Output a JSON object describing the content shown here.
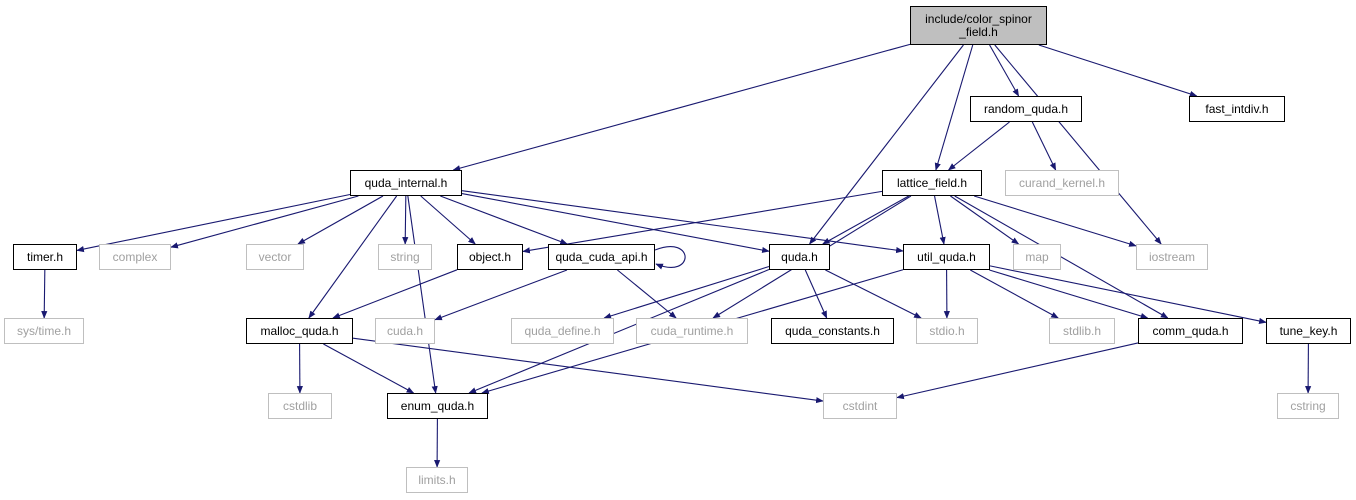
{
  "colors": {
    "edge": "#191970",
    "local_border": "#000000",
    "system_border": "#bfbfbf",
    "system_text": "#a0a0a0",
    "root_fill": "#bfbfbf"
  },
  "nodes": {
    "root": {
      "label": "include/color_spinor\n_field.h",
      "kind": "root"
    },
    "random_quda": {
      "label": "random_quda.h",
      "kind": "local"
    },
    "fast_intdiv": {
      "label": "fast_intdiv.h",
      "kind": "local"
    },
    "quda_internal": {
      "label": "quda_internal.h",
      "kind": "local"
    },
    "lattice_field": {
      "label": "lattice_field.h",
      "kind": "local"
    },
    "curand_kernel": {
      "label": "curand_kernel.h",
      "kind": "system"
    },
    "timer": {
      "label": "timer.h",
      "kind": "local"
    },
    "complex": {
      "label": "complex",
      "kind": "system"
    },
    "vector": {
      "label": "vector",
      "kind": "system"
    },
    "string": {
      "label": "string",
      "kind": "system"
    },
    "object": {
      "label": "object.h",
      "kind": "local"
    },
    "quda_cuda_api": {
      "label": "quda_cuda_api.h",
      "kind": "local"
    },
    "quda": {
      "label": "quda.h",
      "kind": "local"
    },
    "util_quda": {
      "label": "util_quda.h",
      "kind": "local"
    },
    "map": {
      "label": "map",
      "kind": "system"
    },
    "iostream": {
      "label": "iostream",
      "kind": "system"
    },
    "sys_time": {
      "label": "sys/time.h",
      "kind": "system"
    },
    "malloc_quda": {
      "label": "malloc_quda.h",
      "kind": "local"
    },
    "cuda": {
      "label": "cuda.h",
      "kind": "system"
    },
    "quda_define": {
      "label": "quda_define.h",
      "kind": "system"
    },
    "cuda_runtime": {
      "label": "cuda_runtime.h",
      "kind": "system"
    },
    "quda_constants": {
      "label": "quda_constants.h",
      "kind": "local"
    },
    "stdio": {
      "label": "stdio.h",
      "kind": "system"
    },
    "stdlib": {
      "label": "stdlib.h",
      "kind": "system"
    },
    "comm_quda": {
      "label": "comm_quda.h",
      "kind": "local"
    },
    "tune_key": {
      "label": "tune_key.h",
      "kind": "local"
    },
    "cstdlib": {
      "label": "cstdlib",
      "kind": "system"
    },
    "enum_quda": {
      "label": "enum_quda.h",
      "kind": "local"
    },
    "cstdint": {
      "label": "cstdint",
      "kind": "system"
    },
    "cstring": {
      "label": "cstring",
      "kind": "system"
    },
    "limits": {
      "label": "limits.h",
      "kind": "system"
    }
  },
  "edges": [
    [
      "root",
      "quda_internal"
    ],
    [
      "root",
      "lattice_field"
    ],
    [
      "root",
      "random_quda"
    ],
    [
      "root",
      "quda"
    ],
    [
      "root",
      "iostream"
    ],
    [
      "root",
      "fast_intdiv"
    ],
    [
      "random_quda",
      "lattice_field"
    ],
    [
      "random_quda",
      "curand_kernel"
    ],
    [
      "quda_internal",
      "timer"
    ],
    [
      "quda_internal",
      "complex"
    ],
    [
      "quda_internal",
      "vector"
    ],
    [
      "quda_internal",
      "string"
    ],
    [
      "quda_internal",
      "object"
    ],
    [
      "quda_internal",
      "quda_cuda_api"
    ],
    [
      "quda_internal",
      "quda"
    ],
    [
      "quda_internal",
      "util_quda"
    ],
    [
      "quda_internal",
      "malloc_quda"
    ],
    [
      "quda_internal",
      "enum_quda"
    ],
    [
      "lattice_field",
      "object"
    ],
    [
      "lattice_field",
      "quda"
    ],
    [
      "lattice_field",
      "util_quda"
    ],
    [
      "lattice_field",
      "map"
    ],
    [
      "lattice_field",
      "iostream"
    ],
    [
      "lattice_field",
      "cuda_runtime"
    ],
    [
      "lattice_field",
      "comm_quda"
    ],
    [
      "timer",
      "sys_time"
    ],
    [
      "object",
      "malloc_quda"
    ],
    [
      "quda_cuda_api",
      "quda_cuda_api"
    ],
    [
      "quda_cuda_api",
      "cuda"
    ],
    [
      "quda_cuda_api",
      "cuda_runtime"
    ],
    [
      "quda",
      "quda_define"
    ],
    [
      "quda",
      "quda_constants"
    ],
    [
      "quda",
      "stdio"
    ],
    [
      "quda",
      "enum_quda"
    ],
    [
      "util_quda",
      "stdio"
    ],
    [
      "util_quda",
      "stdlib"
    ],
    [
      "util_quda",
      "comm_quda"
    ],
    [
      "util_quda",
      "tune_key"
    ],
    [
      "util_quda",
      "enum_quda"
    ],
    [
      "malloc_quda",
      "cstdlib"
    ],
    [
      "malloc_quda",
      "enum_quda"
    ],
    [
      "malloc_quda",
      "cstdint"
    ],
    [
      "comm_quda",
      "cstdint"
    ],
    [
      "tune_key",
      "cstring"
    ],
    [
      "enum_quda",
      "limits"
    ]
  ]
}
